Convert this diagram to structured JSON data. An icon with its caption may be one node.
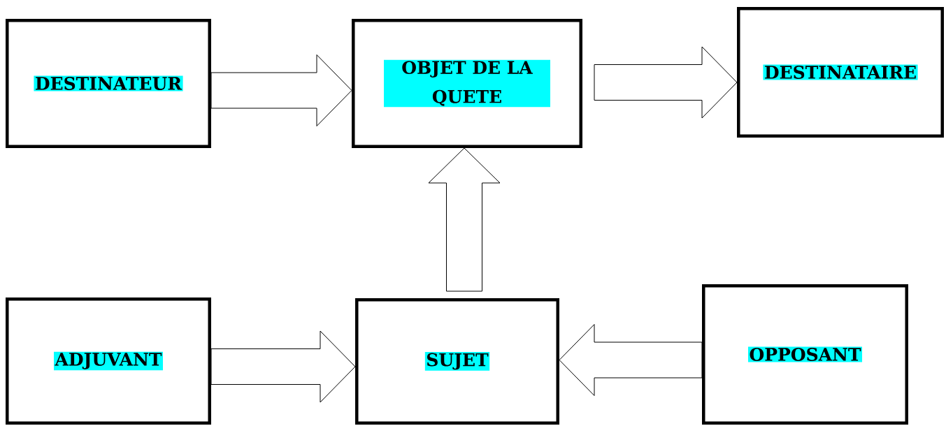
{
  "diagram": {
    "nodes": [
      {
        "text": [
          "DESTINATEUR"
        ]
      },
      {
        "text": [
          "OBJET DE LA QUETE"
        ]
      },
      {
        "text": [
          "DESTINATAIRE"
        ]
      },
      {
        "text": [
          "ADJUVANT"
        ]
      },
      {
        "text": [
          "SUJET"
        ]
      },
      {
        "text": [
          "OPPOSANT"
        ]
      }
    ],
    "edges": [
      {
        "from": 0,
        "to": 1,
        "arrow": "to"
      },
      {
        "from": 1,
        "to": 2,
        "arrow": "to"
      },
      {
        "from": 4,
        "to": 1,
        "arrow": "to"
      },
      {
        "from": 3,
        "to": 4,
        "arrow": "to"
      },
      {
        "from": 5,
        "to": 4,
        "arrow": "to"
      }
    ]
  }
}
